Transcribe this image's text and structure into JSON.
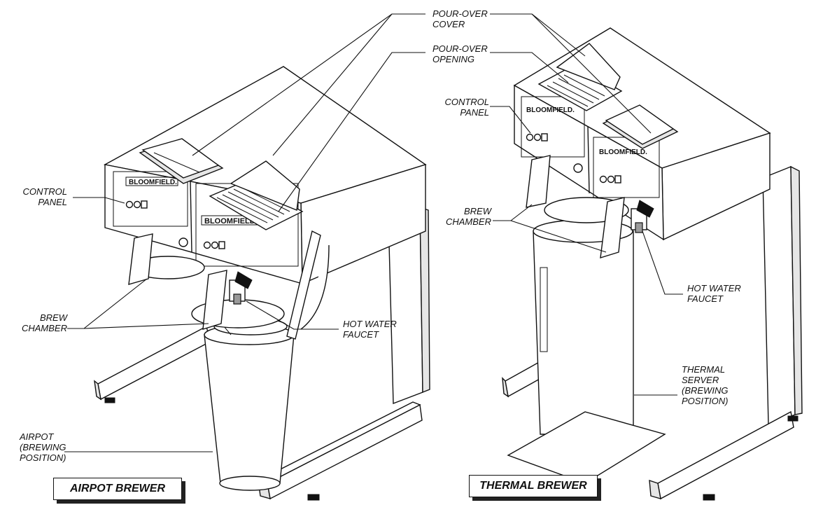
{
  "callouts": {
    "pour_over_cover": [
      "POUR-OVER",
      "COVER"
    ],
    "pour_over_opening": [
      "POUR-OVER",
      "OPENING"
    ],
    "control_panel_left": [
      "CONTROL",
      "PANEL"
    ],
    "control_panel_right": [
      "CONTROL",
      "PANEL"
    ],
    "brew_chamber_left": [
      "BREW",
      "CHAMBER"
    ],
    "brew_chamber_right": [
      "BREW",
      "CHAMBER"
    ],
    "hot_water_faucet_left": [
      "HOT WATER",
      "FAUCET"
    ],
    "hot_water_faucet_right": [
      "HOT WATER",
      "FAUCET"
    ],
    "airpot": [
      "AIRPOT",
      "(BREWING",
      "POSITION)"
    ],
    "thermal_server": [
      "THERMAL",
      "SERVER",
      "(BREWING",
      "POSITION)"
    ]
  },
  "titles": {
    "airpot_brewer": "AIRPOT BREWER",
    "thermal_brewer": "THERMAL BREWER"
  },
  "brand_text": "BLOOMFIELD."
}
